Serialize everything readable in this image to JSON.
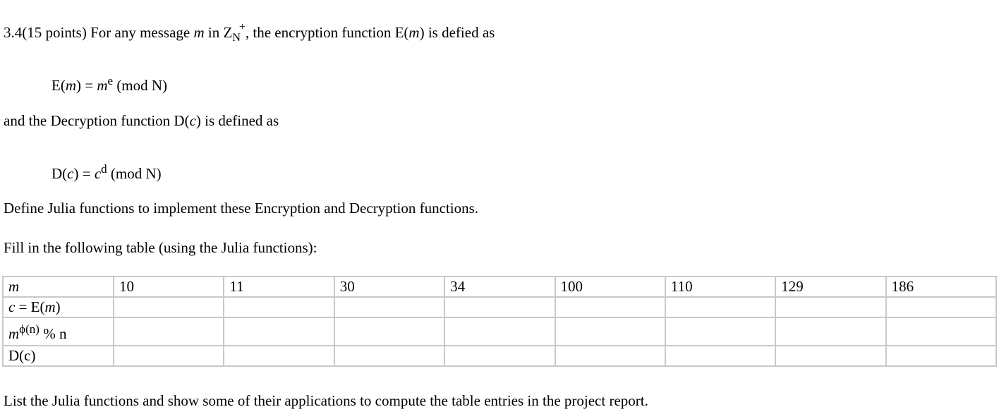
{
  "colors": {
    "background": "#ffffff",
    "text": "#000000",
    "table_border": "#c9c9c9"
  },
  "problem": {
    "prefix": "3.4(15 points) For any message ",
    "var_m": "m",
    "in_z": " in Z",
    "z_subscript": "N",
    "z_superscript": "+",
    "mid": ", the encryption function E(",
    "arg_m": "m",
    "suffix": ") is defied as"
  },
  "encryption_formula": {
    "func": "E(",
    "arg": "m",
    "equals": ") = ",
    "base": "m",
    "exponent": "e",
    "mod": " (mod N)"
  },
  "decryption_intro": {
    "prefix": "and the Decryption function D(",
    "arg": "c",
    "suffix": ") is defined as"
  },
  "decryption_formula": {
    "func": "D(",
    "arg": "c",
    "equals": ") = ",
    "base": "c",
    "exponent": "d",
    "mod": " (mod N)"
  },
  "define_line": "Define Julia functions to implement these Encryption and Decryption functions.",
  "fill_line": "Fill in the following table (using the Julia functions):",
  "table": {
    "row_m": {
      "label": "m",
      "values": [
        "10",
        "11",
        "30",
        "34",
        "100",
        "110",
        "129",
        "186"
      ]
    },
    "row_c": {
      "label_var": "c",
      "label_mid": " = E(",
      "label_arg": "m",
      "label_close": ")"
    },
    "row_phi": {
      "base": "m",
      "exponent": "ϕ(n)",
      "suffix": " % n"
    },
    "row_d": {
      "label": "D(c)"
    }
  },
  "footer_line": "List the Julia functions and show some of their applications to compute the table entries in the project report."
}
